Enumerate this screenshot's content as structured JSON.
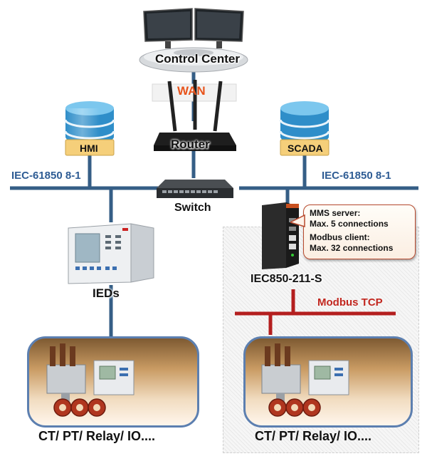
{
  "labels": {
    "control_center": "Control Center",
    "wan": "WAN",
    "router": "Router",
    "switch": "Switch",
    "hmi": "HMI",
    "scada": "SCADA",
    "iec_left": "IEC-61850 8-1",
    "iec_right": "IEC-61850 8-1",
    "ieds": "IEDs",
    "gateway": "IEC850-211-S",
    "modbus_tcp": "Modbus TCP",
    "field_left": "CT/ PT/ Relay/ IO....",
    "field_right": "CT/ PT/ Relay/ IO...."
  },
  "callout": {
    "mms_title": "MMS server:",
    "mms_value": "Max. 5 connections",
    "modbus_title": "Modbus client:",
    "modbus_value": "Max. 32 connections"
  },
  "colors": {
    "network_line": "#355e86",
    "modbus_line": "#b41f1f",
    "wan_text": "#e8541c",
    "modbus_text": "#c2271f",
    "label_box_blue": "#2e5c94"
  },
  "icons": [
    "monitor-icon",
    "router-icon",
    "switch-icon",
    "database-icon",
    "ied-relay-icon",
    "gateway-device-icon",
    "circuit-breaker-icon",
    "current-transformer-icon"
  ]
}
